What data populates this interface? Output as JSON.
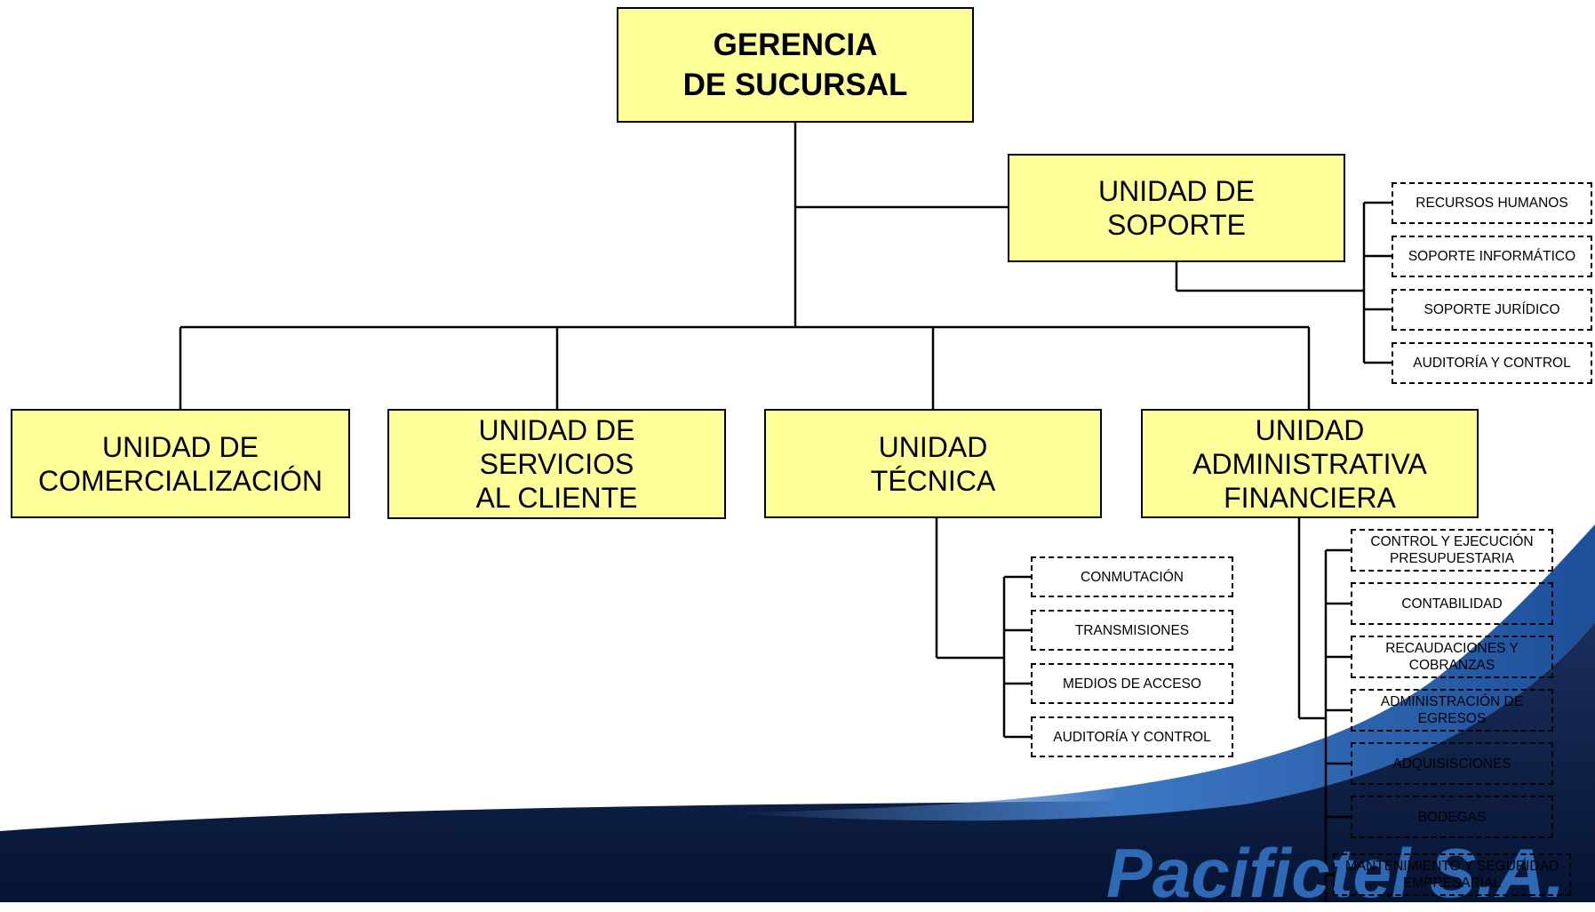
{
  "colors": {
    "box_fill": "#ffff99",
    "line": "#000000",
    "swoosh_dark": "#0b1f4a",
    "swoosh_blue": "#2d69b4",
    "brand": "#2d69b4"
  },
  "org_chart": {
    "root": "GERENCIA\nDE SUCURSAL",
    "support_unit": {
      "label": "UNIDAD DE\nSOPORTE",
      "subunits": [
        "RECURSOS HUMANOS",
        "SOPORTE INFORMÁTICO",
        "SOPORTE JURÍDICO",
        "AUDITORÍA Y CONTROL"
      ]
    },
    "units": [
      {
        "label": "UNIDAD DE\nCOMERCIALIZACIÓN",
        "subunits": []
      },
      {
        "label": "UNIDAD DE\nSERVICIOS\nAL CLIENTE",
        "subunits": []
      },
      {
        "label": "UNIDAD\nTÉCNICA",
        "subunits": [
          "CONMUTACIÓN",
          "TRANSMISIONES",
          "MEDIOS DE ACCESO",
          "AUDITORÍA Y CONTROL"
        ]
      },
      {
        "label": "UNIDAD\nADMINISTRATIVA\nFINANCIERA",
        "subunits": [
          "CONTROL Y EJECUCIÓN\nPRESUPUESTARIA",
          "CONTABILIDAD",
          "RECAUDACIONES Y\nCOBRANZAS",
          "ADMINISTRACIÓN DE\nEGRESOS",
          "ADQUISISCIONES",
          "BODEGAS",
          "MANTENIMIENTO Y SEGURIDAD\nEMPRESARIAL"
        ]
      }
    ]
  },
  "brand": {
    "name": "Pacifictel S.A."
  }
}
